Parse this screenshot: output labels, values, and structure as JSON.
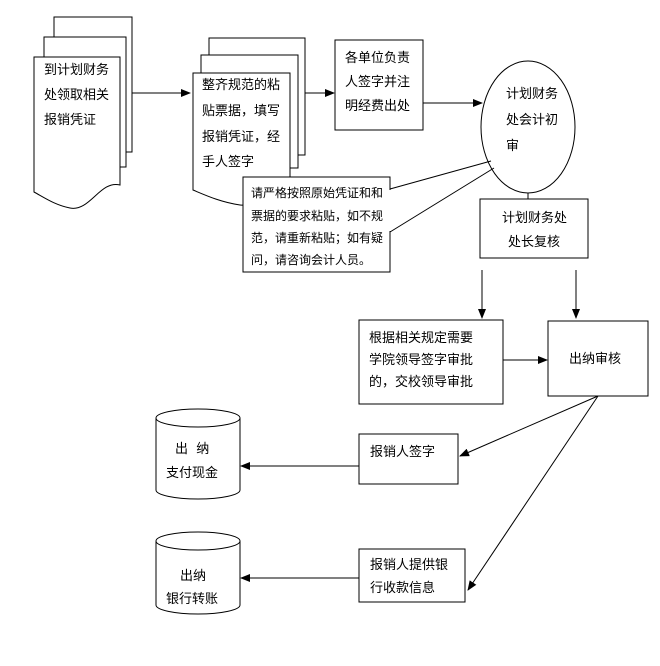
{
  "nodes": {
    "collect": [
      "到计划财务",
      "处领取相关",
      "报销凭证"
    ],
    "paste": [
      "整齐规范的粘",
      "贴票据，填写",
      "报销凭证，经",
      "手人签字"
    ],
    "unit_sign": [
      "各单位负责",
      "人签字并注",
      "明经费出处"
    ],
    "initial_review": [
      "计划财务",
      "处会计初",
      "审"
    ],
    "note": [
      "请严格按照原始凭证和和",
      "票据的要求粘贴，如不规",
      "范，请重新粘贴；如有疑",
      "问，请咨询会计人员。"
    ],
    "director_review": [
      "计划财务处",
      "处长复核"
    ],
    "leader_approval": [
      "根据相关规定需要",
      "学院领导签字审批",
      "的，交校领导审批"
    ],
    "cashier_review": [
      "出纳审核"
    ],
    "claimant_sign": [
      "报销人签字"
    ],
    "bank_info": [
      "报销人提供银",
      "行收款信息"
    ],
    "cash_pay": [
      "出  纳",
      "支付现金"
    ],
    "bank_transfer": [
      "出纳",
      "银行转账"
    ]
  }
}
